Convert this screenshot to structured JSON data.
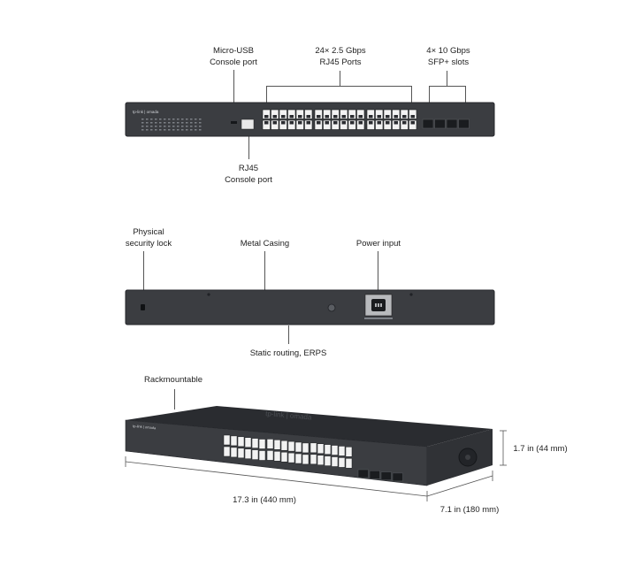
{
  "front_view": {
    "callouts": {
      "micro_usb_line1": "Micro-USB",
      "micro_usb_line2": "Console port",
      "rj45_ports_line1": "24× 2.5 Gbps",
      "rj45_ports_line2": "RJ45 Ports",
      "sfp_line1": "4× 10 Gbps",
      "sfp_line2": "SFP+ slots",
      "rj45_console_line1": "RJ45",
      "rj45_console_line2": "Console port"
    },
    "brand": "tp-link | omada"
  },
  "rear_view": {
    "callouts": {
      "security_line1": "Physical",
      "security_line2": "security lock",
      "casing": "Metal Casing",
      "power": "Power input",
      "routing": "Static routing, ERPS"
    }
  },
  "angled_view": {
    "callouts": {
      "rack": "Rackmountable",
      "height": "1.7 in (44 mm)",
      "width": "17.3 in (440 mm)",
      "depth": "7.1 in (180 mm)"
    },
    "brand": "tp-link | omada"
  },
  "colors": {
    "chassis": "#3b3d41",
    "chassis_dark": "#2a2c30",
    "port": "#f2f2f2",
    "line": "#555555"
  }
}
